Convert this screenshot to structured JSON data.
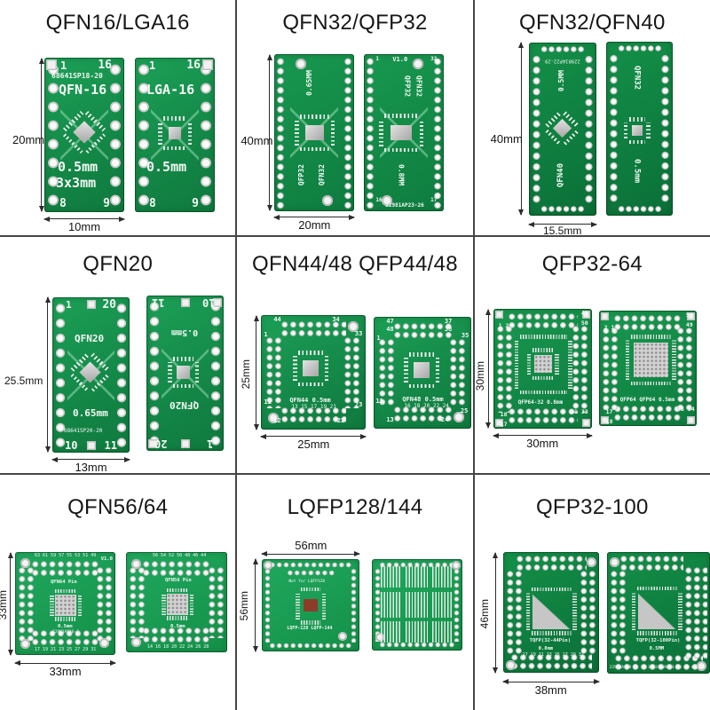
{
  "cells": [
    {
      "title": "QFN16/LGA16",
      "dl": "20mm",
      "db": "10mm",
      "a": {
        "tl": "1",
        "tr": "16",
        "code": "68641SP18-20",
        "name": "QFN-16",
        "pitch": "0.5mm",
        "size": "3x3mm",
        "bl": "8",
        "br": "9"
      },
      "b": {
        "tl": "1",
        "tr": "16",
        "name": "LGA-16",
        "pitch": "0.5mm",
        "bl": "8",
        "br": "9"
      }
    },
    {
      "title": "QFN32/QFP32",
      "dl": "40mm",
      "db": "20mm",
      "a": {
        "pitch": "0.65MM",
        "n1": "QFP32",
        "n2": "QFN32"
      },
      "b": {
        "ver": "V1.0",
        "tl": "1",
        "tr": "32",
        "n1": "QFP32",
        "n2": "QFN32",
        "pitch": "0.8MM",
        "code": "22981AP23-26",
        "bl": "16",
        "br": "17"
      }
    },
    {
      "title": "QFN32/QFN40",
      "dl": "40mm",
      "db": "15.5mm",
      "a": {
        "code": "22981AP22-29",
        "pitch": "0.5MM",
        "name": "QFN40"
      },
      "b": {
        "name": "QFN32",
        "pitch": "0.5mm"
      }
    },
    {
      "title": "QFN20",
      "dl": "25.5mm",
      "db": "13mm",
      "a": {
        "tl": "1",
        "tr": "20",
        "name": "QFN20",
        "pitch": "0.65mm",
        "code": "68641SP20-20",
        "bl": "10",
        "br": "11"
      },
      "b": {
        "tl": "11",
        "tr": "10",
        "pitch": "0.5mm",
        "name": "QFN20",
        "bl": "20",
        "br": "1"
      }
    },
    {
      "title": "QFN44/48 QFP44/48",
      "dl": "25mm",
      "db": "25mm",
      "a": {
        "tl": "44",
        "tr": "34",
        "r1": "33",
        "l1": "1",
        "label": "QFN44 0.5mm",
        "row": "13 15 17 19 21",
        "bl": "11",
        "bl2": "12",
        "br2": "22",
        "br": "23"
      },
      "b": {
        "tl": "47",
        "tl2": "48",
        "tr": "37",
        "tr2": "38",
        "r1": "35",
        "l1": "1",
        "label": "QFN48 0.5mm",
        "row": "16 18 20 22 24",
        "bl": "11",
        "bl2": "13",
        "br2": "24",
        "br": "25"
      }
    },
    {
      "title": "QFP32-64",
      "dl": "30mm",
      "db": "30mm",
      "a": {
        "tl": "1 2",
        "tr1": "49",
        "tr2": "50",
        "label": "QFP64-32 0.8mm",
        "bl1": "18",
        "bl2": "17",
        "br": "31 33"
      },
      "b": {
        "tl": "2 1",
        "tr1": "50",
        "tr2": "49",
        "label": "QFP64 QFP64 0.5mm",
        "bl1": "17",
        "bl2": "18",
        "br": "33 34"
      }
    },
    {
      "title": "QFN56/64",
      "dl": "33mm",
      "db": "33mm",
      "a": {
        "ver": "V1.0",
        "rowt": "63 61 59 57 55 53 51 49",
        "name": "QFN64 Pin",
        "pitch": "0.5mm",
        "code": "22981AP16-2",
        "rowb": "17 19 21 23 25 27 29 31"
      },
      "b": {
        "rowt": "56 54 52 50 48 46 44",
        "name": "QFN56 Pin",
        "pitch": "0.5mm",
        "rowb": "14 16 18 20 22 24 26 28"
      }
    },
    {
      "title": "LQFP128/144",
      "dl": "56mm",
      "dt": "56mm",
      "a": {
        "note": "Not for LQFP128",
        "label": "LQFP-128 LQFP-144"
      },
      "b": {}
    },
    {
      "title": "QFP32-100",
      "dl": "46mm",
      "db": "38mm",
      "a": {
        "name": "TQFP(32-44Pin)",
        "pitch": "0.8mm",
        "rowb": "17 19 21 23 25 27 29 31"
      },
      "b": {
        "name": "TQFP(32-100Pin)",
        "pitch": "0.5MM",
        "rowb": "22980A 29 31 33 35 37 39 41 43 45 47 49"
      }
    }
  ]
}
